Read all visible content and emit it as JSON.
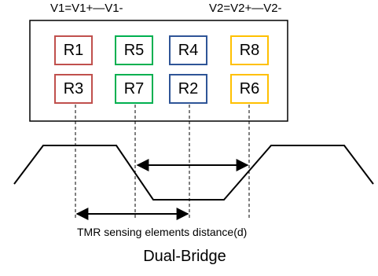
{
  "header": {
    "v1_formula": "V1=V1+—V1-",
    "v2_formula": "V2=V2+—V2-"
  },
  "resistors": [
    {
      "label": "R1",
      "color": "#c0504d"
    },
    {
      "label": "R5",
      "color": "#00b050"
    },
    {
      "label": "R4",
      "color": "#2f5597"
    },
    {
      "label": "R8",
      "color": "#ffc000"
    },
    {
      "label": "R3",
      "color": "#c0504d"
    },
    {
      "label": "R7",
      "color": "#00b050"
    },
    {
      "label": "R2",
      "color": "#2f5597"
    },
    {
      "label": "R6",
      "color": "#ffc000"
    }
  ],
  "annotations": {
    "distance_label": "TMR sensing elements distance(d)",
    "caption": "Dual-Bridge"
  }
}
